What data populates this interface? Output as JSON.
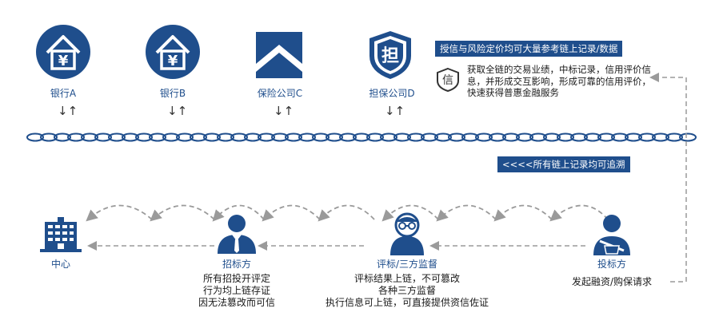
{
  "institutions": [
    {
      "label": "银行A",
      "icon": "bank-icon"
    },
    {
      "label": "银行B",
      "icon": "bank-icon"
    },
    {
      "label": "保险公司C",
      "icon": "insurance-icon"
    },
    {
      "label": "担保公司D",
      "icon": "guarantee-shield-icon",
      "glyph": "担"
    }
  ],
  "top_banner": "授信与风险定价均可大量参考链上记录/数据",
  "info_glyph": "信",
  "info_text": "获取全链的交易业绩，中标记录，信用评价信息，并形成交互影响，形成可靠的信用评价，快速获得普惠金融服务",
  "traceable_banner": "<<<<所有链上记录均可追溯",
  "updown_glyph": "↓↑",
  "actors": [
    {
      "label": "中心",
      "icon": "building-icon"
    },
    {
      "label": "招标方",
      "icon": "businessman-icon"
    },
    {
      "label": "评标/三方监督",
      "icon": "supervisor-icon"
    },
    {
      "label": "投标方",
      "icon": "bidder-icon"
    }
  ],
  "notes": {
    "tenderer": [
      "所有招投开评定",
      "行为均上链存证",
      "因无法篡改而可信"
    ],
    "supervision": [
      "评标结果上链，不可篡改",
      "各种三方监督",
      "执行信息可上链，可直接提供资信佐证"
    ],
    "bidder": [
      "发起融资/购保请求"
    ]
  },
  "colors": {
    "primary": "#1f4e8c",
    "chain": "#1f4e8c",
    "dashed": "#9a9a9a"
  }
}
